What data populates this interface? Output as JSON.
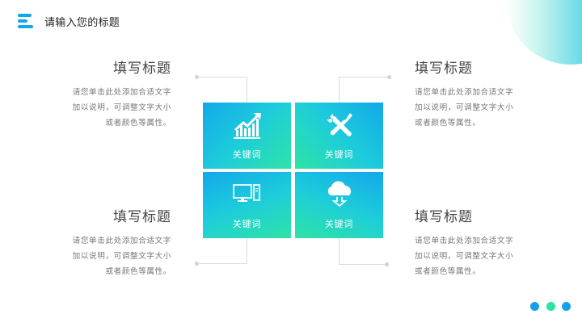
{
  "header": {
    "title": "请输入您的标题",
    "logo_icon": "menu-bars-icon"
  },
  "colors": {
    "accent_blue": "#13a8ea",
    "accent_green": "#2ee3a5",
    "heading_text": "#444444",
    "body_text": "#777777",
    "connector_line": "#dcdcdc"
  },
  "blocks": [
    {
      "position": "top-left",
      "heading": "填写标题",
      "lines": [
        "请您单击此处添加合适文字",
        "加以说明，可调整文字大小",
        "或者颜色等属性。"
      ]
    },
    {
      "position": "top-right",
      "heading": "填写标题",
      "lines": [
        "请您单击此处添加合适文字",
        "加以说明，可调整文字大小",
        "或者颜色等属性。"
      ]
    },
    {
      "position": "bottom-left",
      "heading": "填写标题",
      "lines": [
        "请您单击此处添加合适文字",
        "加以说明，可调整文字大小",
        "或者颜色等属性。"
      ]
    },
    {
      "position": "bottom-right",
      "heading": "填写标题",
      "lines": [
        "请您单击此处添加合适文字",
        "加以说明，可调整文字大小",
        "或者颜色等属性。"
      ]
    }
  ],
  "tiles": [
    {
      "label": "关键词",
      "icon": "growth-chart-icon"
    },
    {
      "label": "关键词",
      "icon": "tools-icon"
    },
    {
      "label": "关键词",
      "icon": "desktop-computer-icon"
    },
    {
      "label": "关键词",
      "icon": "cloud-download-icon"
    }
  ],
  "pager": {
    "dots": [
      {
        "color": "#13a2ea"
      },
      {
        "color": "#2ee3a0"
      },
      {
        "color": "#13a2ea"
      }
    ]
  }
}
